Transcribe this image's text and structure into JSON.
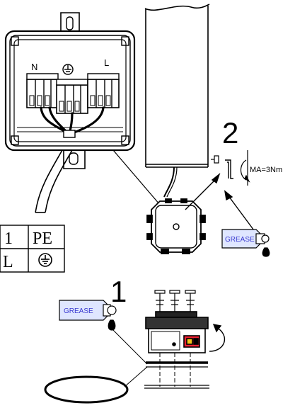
{
  "junction_box": {
    "terminal_left_label": "N",
    "terminal_right_label": "L"
  },
  "step_labels": {
    "step_one": "1",
    "step_two": "2"
  },
  "torque_spec": "MA=3Nm",
  "grease_tube_label": "GREASE",
  "legend_table": {
    "rows": [
      {
        "col1": "1",
        "col2": "PE"
      },
      {
        "col1": "L",
        "col2": ""
      }
    ]
  }
}
